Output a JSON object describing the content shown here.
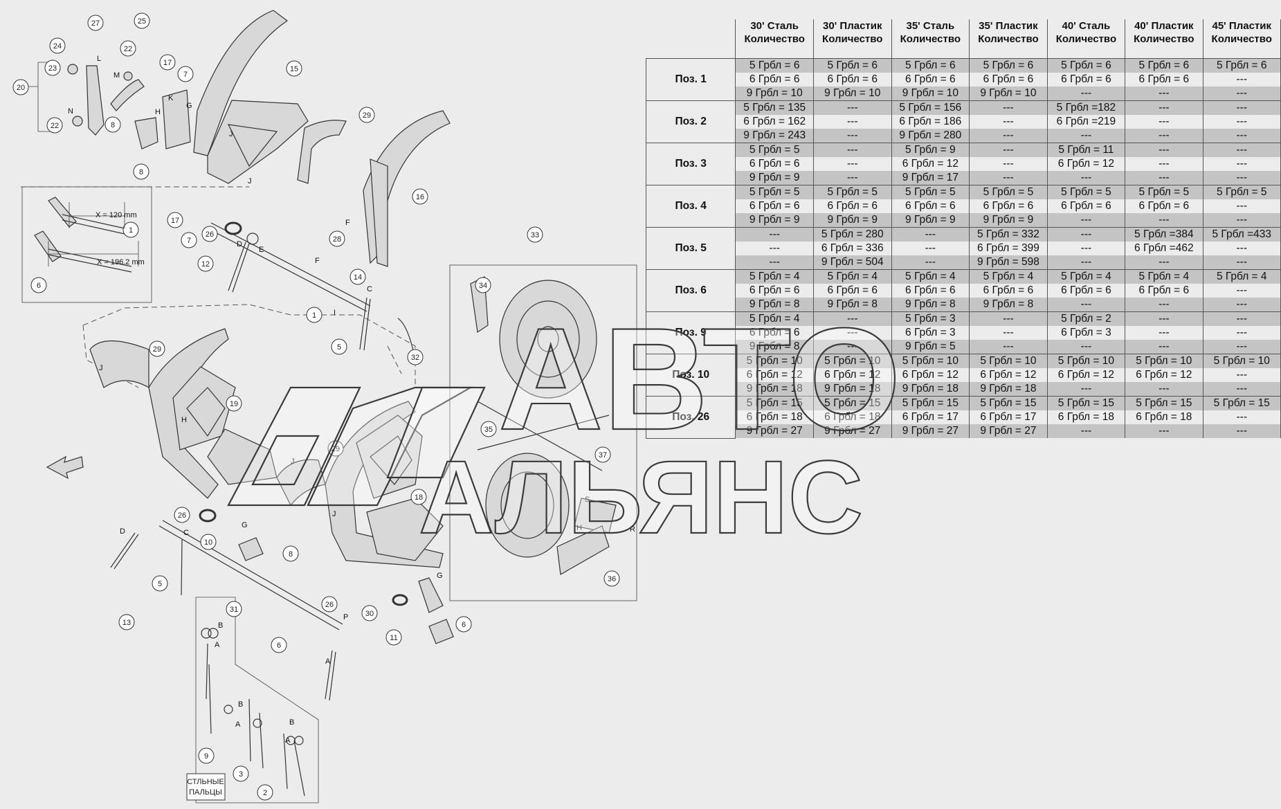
{
  "callouts": [
    "27",
    "25",
    "24",
    "22",
    "23",
    "20",
    "22",
    "17",
    "7",
    "15",
    "8",
    "29",
    "16",
    "8",
    "17",
    "7",
    "26",
    "28",
    "12",
    "14",
    "6",
    "5",
    "32",
    "29",
    "19",
    "33",
    "34",
    "35",
    "26",
    "10",
    "8",
    "29",
    "18",
    "37",
    "36",
    "13",
    "5",
    "26",
    "30",
    "11",
    "6",
    "6",
    "31",
    "9",
    "3",
    "2",
    "1",
    "1"
  ],
  "letters": [
    "L",
    "M",
    "N",
    "K",
    "H",
    "G",
    "J",
    "J",
    "E",
    "F",
    "F",
    "D",
    "C",
    "I",
    "H",
    "J",
    "G",
    "J",
    "B",
    "A",
    "B",
    "A",
    "B",
    "A",
    "P",
    "A",
    "S",
    "H",
    "R",
    "C",
    "D",
    "G",
    "J"
  ],
  "dimensions": {
    "x1": "X = 120 mm",
    "x2": "X = 196.2 mm"
  },
  "fingers_label": [
    "СТЛЬНЫЕ",
    "ПАЛЬЦЫ"
  ],
  "watermark": {
    "line1": "АВТО",
    "line2": "АЛЬЯНС"
  },
  "table": {
    "headers": [
      [
        "30' Сталь",
        "Количество"
      ],
      [
        "30' Пластик",
        "Количество"
      ],
      [
        "35' Сталь",
        "Количество"
      ],
      [
        "35' Пластик",
        "Количество"
      ],
      [
        "40' Сталь",
        "Количество"
      ],
      [
        "40' Пластик",
        "Количество"
      ],
      [
        "45' Пластик",
        "Количество"
      ]
    ],
    "groups": [
      {
        "label": "Поз. 1",
        "rows": [
          [
            "5 Грбл = 6",
            "5 Грбл = 6",
            "5 Грбл = 6",
            "5 Грбл = 6",
            "5 Грбл = 6",
            "5 Грбл = 6",
            "5 Грбл = 6"
          ],
          [
            "6 Грбл = 6",
            "6 Грбл = 6",
            "6 Грбл = 6",
            "6 Грбл = 6",
            "6 Грбл = 6",
            "6 Грбл = 6",
            "---"
          ],
          [
            "9 Грбл = 10",
            "9 Грбл = 10",
            "9 Грбл = 10",
            "9 Грбл = 10",
            "---",
            "---",
            "---"
          ]
        ]
      },
      {
        "label": "Поз. 2",
        "rows": [
          [
            "5 Грбл = 135",
            "---",
            "5 Грбл = 156",
            "---",
            "5 Грбл =182",
            "---",
            "---"
          ],
          [
            "6 Грбл = 162",
            "---",
            "6 Грбл = 186",
            "---",
            "6 Грбл =219",
            "---",
            "---"
          ],
          [
            "9 Грбл = 243",
            "---",
            "9 Грбл = 280",
            "---",
            "---",
            "---",
            "---"
          ]
        ]
      },
      {
        "label": "Поз. 3",
        "rows": [
          [
            "5 Грбл = 5",
            "---",
            "5 Грбл = 9",
            "---",
            "5 Грбл = 11",
            "---",
            "---"
          ],
          [
            "6 Грбл = 6",
            "---",
            "6 Грбл = 12",
            "---",
            "6 Грбл = 12",
            "---",
            "---"
          ],
          [
            "9 Грбл = 9",
            "---",
            "9 Грбл = 17",
            "---",
            "---",
            "---",
            "---"
          ]
        ]
      },
      {
        "label": "Поз. 4",
        "rows": [
          [
            "5 Грбл = 5",
            "5 Грбл = 5",
            "5 Грбл = 5",
            "5 Грбл = 5",
            "5 Грбл = 5",
            "5 Грбл = 5",
            "5 Грбл = 5"
          ],
          [
            "6 Грбл = 6",
            "6 Грбл = 6",
            "6 Грбл = 6",
            "6 Грбл = 6",
            "6 Грбл = 6",
            "6 Грбл = 6",
            "---"
          ],
          [
            "9 Грбл = 9",
            "9 Грбл = 9",
            "9 Грбл = 9",
            "9 Грбл = 9",
            "---",
            "---",
            "---"
          ]
        ]
      },
      {
        "label": "Поз. 5",
        "rows": [
          [
            "---",
            "5 Грбл = 280",
            "---",
            "5 Грбл = 332",
            "---",
            "5 Грбл =384",
            "5 Грбл =433"
          ],
          [
            "---",
            "6 Грбл = 336",
            "---",
            "6 Грбл = 399",
            "---",
            "6 Грбл =462",
            "---"
          ],
          [
            "---",
            "9 Грбл = 504",
            "---",
            "9 Грбл = 598",
            "---",
            "---",
            "---"
          ]
        ]
      },
      {
        "label": "Поз. 6",
        "rows": [
          [
            "5 Грбл = 4",
            "5 Грбл = 4",
            "5 Грбл = 4",
            "5 Грбл = 4",
            "5 Грбл = 4",
            "5 Грбл = 4",
            "5 Грбл = 4"
          ],
          [
            "6 Грбл = 6",
            "6 Грбл = 6",
            "6 Грбл = 6",
            "6 Грбл = 6",
            "6 Грбл = 6",
            "6 Грбл = 6",
            "---"
          ],
          [
            "9 Грбл = 8",
            "9 Грбл = 8",
            "9 Грбл = 8",
            "9 Грбл = 8",
            "---",
            "---",
            "---"
          ]
        ]
      },
      {
        "label": "Поз. 9",
        "rows": [
          [
            "5 Грбл = 4",
            "---",
            "5 Грбл = 3",
            "---",
            "5 Грбл = 2",
            "---",
            "---"
          ],
          [
            "6 Грбл = 6",
            "---",
            "6 Грбл = 3",
            "---",
            "6 Грбл = 3",
            "---",
            "---"
          ],
          [
            "9 Грбл = 8",
            "---",
            "9 Грбл = 5",
            "---",
            "---",
            "---",
            "---"
          ]
        ]
      },
      {
        "label": "Поз. 10",
        "rows": [
          [
            "5 Грбл = 10",
            "5 Грбл = 10",
            "5 Грбл = 10",
            "5 Грбл = 10",
            "5 Грбл = 10",
            "5 Грбл = 10",
            "5 Грбл = 10"
          ],
          [
            "6 Грбл = 12",
            "6 Грбл = 12",
            "6 Грбл = 12",
            "6 Грбл = 12",
            "6 Грбл = 12",
            "6 Грбл = 12",
            "---"
          ],
          [
            "9 Грбл = 18",
            "9 Грбл = 18",
            "9 Грбл = 18",
            "9 Грбл = 18",
            "---",
            "---",
            "---"
          ]
        ]
      },
      {
        "label": "Поз. 26",
        "rows": [
          [
            "5 Грбл = 15",
            "5 Грбл = 15",
            "5 Грбл = 15",
            "5 Грбл = 15",
            "5 Грбл = 15",
            "5 Грбл = 15",
            "5 Грбл = 15"
          ],
          [
            "6 Грбл = 18",
            "6 Грбл = 18",
            "6 Грбл = 17",
            "6 Грбл = 17",
            "6 Грбл = 18",
            "6 Грбл = 18",
            "---"
          ],
          [
            "9 Грбл = 27",
            "9 Грбл = 27",
            "9 Грбл = 27",
            "9 Грбл = 27",
            "---",
            "---",
            "---"
          ]
        ]
      }
    ]
  }
}
